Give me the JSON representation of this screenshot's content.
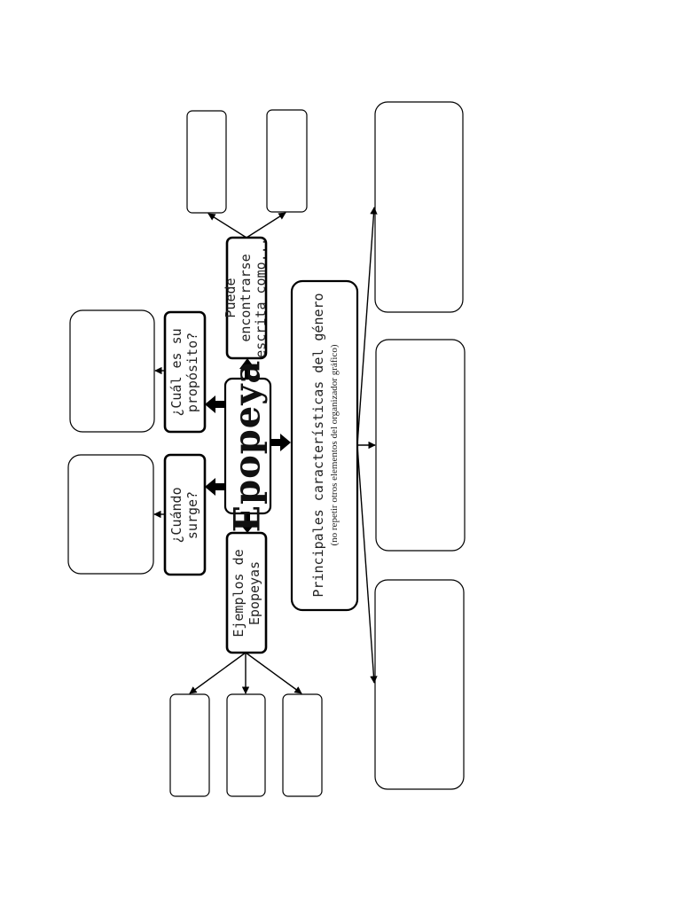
{
  "center": {
    "label": "Epopeya"
  },
  "nodes": {
    "puede": {
      "line1": "Puede",
      "line2": "encontrarse",
      "line3": "escrita como..."
    },
    "proposito": {
      "line1": "¿Cuál es su",
      "line2": "propósito?"
    },
    "surge": {
      "line1": "¿Cuándo",
      "line2": "surge?"
    },
    "ejemplos": {
      "line1": "Ejemplos de",
      "line2": "Epopeyas"
    },
    "principales": {
      "line1": "Principales características del género",
      "note": "(no repetir otros elementos del organizador gráfico)"
    }
  },
  "colors": {
    "stroke": "#000000",
    "fill": "#ffffff",
    "text": "#222222"
  }
}
